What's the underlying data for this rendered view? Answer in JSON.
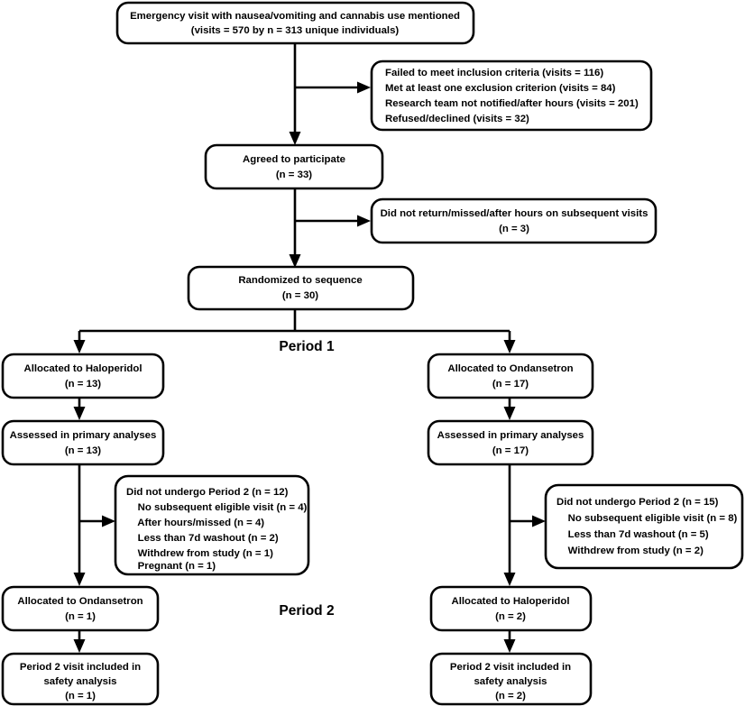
{
  "diagram": {
    "type": "consort-flow-diagram",
    "title": "CONSORT participant flow diagram",
    "colors": {
      "box_stroke": "#000000",
      "box_fill": "#ffffff",
      "connector": "#000000",
      "text": "#000000",
      "background": "#ffffff"
    },
    "period_labels": [
      {
        "id": "period-1",
        "text": "Period 1"
      },
      {
        "id": "period-2",
        "text": "Period 2"
      }
    ],
    "nodes": [
      {
        "id": "enrollment",
        "lines": [
          "Emergency visit with nausea/vomiting and cannabis use mentioned",
          "(visits = 570 by n = 313 unique individuals)"
        ],
        "align": "center"
      },
      {
        "id": "excluded-visits",
        "lines": [
          "Failed to meet inclusion criteria (visits = 116)",
          "Met at least one exclusion criterion (visits = 84)",
          "Research team not notified/after hours (visits = 201)",
          "Refused/declined (visits = 32)"
        ],
        "align": "left"
      },
      {
        "id": "agreed-to-participate",
        "lines": [
          "Agreed to participate",
          "(n = 33)"
        ],
        "align": "center"
      },
      {
        "id": "did-not-return",
        "lines": [
          "Did not return/missed/after hours on subsequent visits",
          "(n = 3)"
        ],
        "align": "center"
      },
      {
        "id": "randomized",
        "lines": [
          "Randomized to sequence",
          "(n = 30)"
        ],
        "align": "center"
      },
      {
        "id": "allocated-haloperidol-p1",
        "lines": [
          "Allocated to Haloperidol",
          "(n = 13)"
        ],
        "align": "center"
      },
      {
        "id": "allocated-ondansetron-p1",
        "lines": [
          "Allocated to Ondansetron",
          "(n = 17)"
        ],
        "align": "center"
      },
      {
        "id": "assessed-primary-left",
        "lines": [
          "Assessed in primary analyses",
          "(n = 13)"
        ],
        "align": "center"
      },
      {
        "id": "assessed-primary-right",
        "lines": [
          "Assessed in primary analyses",
          "(n = 17)"
        ],
        "align": "center"
      },
      {
        "id": "did-not-undergo-period2-left",
        "lines": [
          "Did not undergo Period 2 (n = 12)",
          "    No subsequent eligible visit (n = 4)",
          "    After hours/missed (n = 4)",
          "    Less than 7d washout (n = 2)",
          "    Withdrew from study (n = 1)",
          "    Pregnant (n = 1)"
        ],
        "align": "left"
      },
      {
        "id": "did-not-undergo-period2-right",
        "lines": [
          "Did not undergo Period 2 (n = 15)",
          "    No subsequent eligible visit (n = 8)",
          "    Less than 7d washout (n = 5)",
          "    Withdrew from study (n = 2)"
        ],
        "align": "left"
      },
      {
        "id": "allocated-ondansetron-p2",
        "lines": [
          "Allocated to Ondansetron",
          "(n = 1)"
        ],
        "align": "center"
      },
      {
        "id": "allocated-haloperidol-p2",
        "lines": [
          "Allocated to Haloperidol",
          "(n = 2)"
        ],
        "align": "center"
      },
      {
        "id": "safety-analysis-left",
        "lines": [
          "Period 2 visit included in",
          "safety analysis",
          "(n = 1)"
        ],
        "align": "center"
      },
      {
        "id": "safety-analysis-right",
        "lines": [
          "Period 2 visit included in",
          "safety analysis",
          "(n = 2)"
        ],
        "align": "center"
      }
    ]
  }
}
